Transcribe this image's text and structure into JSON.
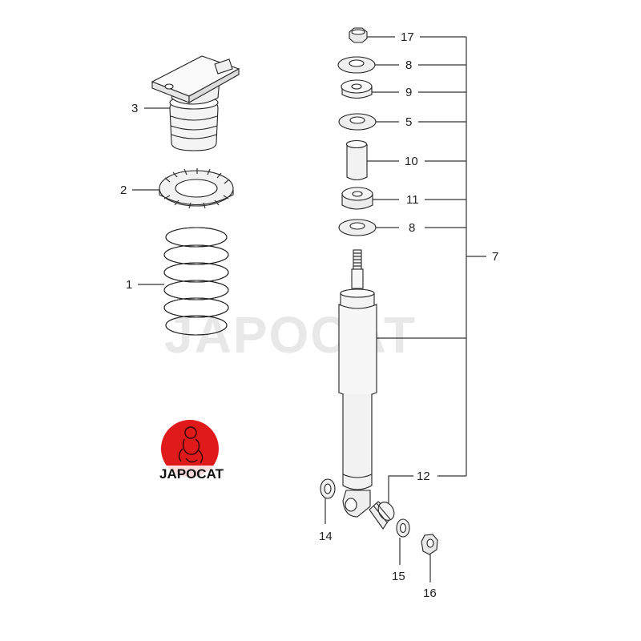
{
  "watermark": "JAPOCAT",
  "logo": {
    "text": "JAPOCAT",
    "color": "#e0191b"
  },
  "callouts": {
    "c1": "1",
    "c2": "2",
    "c3": "3",
    "c5": "5",
    "c7": "7",
    "c8a": "8",
    "c8b": "8",
    "c9": "9",
    "c10": "10",
    "c11": "11",
    "c12": "12",
    "c14": "14",
    "c15": "15",
    "c16": "16",
    "c17": "17"
  }
}
